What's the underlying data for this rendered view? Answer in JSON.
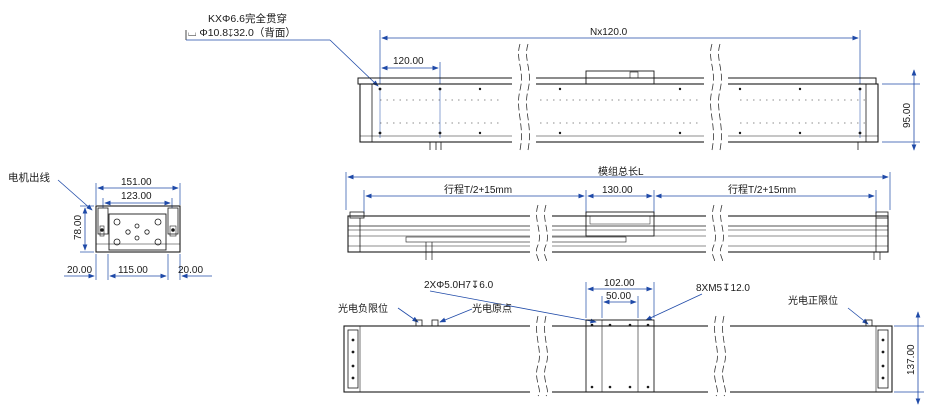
{
  "top_view": {
    "hole_note_line1": "KXΦ6.6完全贯穿",
    "hole_note_line2": "⌴ Φ10.8↧32.0（背面）",
    "pitch_total": "Nx120.0",
    "pitch": "120.00",
    "height": "95.00"
  },
  "end_view": {
    "motor_cable_label": "电机出线",
    "width_outer": "151.00",
    "width_inner": "123.00",
    "height": "78.00",
    "bottom_left": "20.00",
    "bottom_middle": "115.00",
    "bottom_right": "20.00"
  },
  "side_view": {
    "total_length": "模组总长L",
    "stroke_left": "行程T/2+15mm",
    "carriage_width": "130.00",
    "stroke_right": "行程T/2+15mm"
  },
  "bottom_view": {
    "pin_hole_note": "2XΦ5.0H7↧6.0",
    "carriage_outer": "102.00",
    "carriage_inner": "50.00",
    "thread_note": "8XM5↧12.0",
    "neg_limit_label": "光电负限位",
    "origin_label": "光电原点",
    "pos_limit_label": "光电正限位",
    "height": "137.00"
  }
}
